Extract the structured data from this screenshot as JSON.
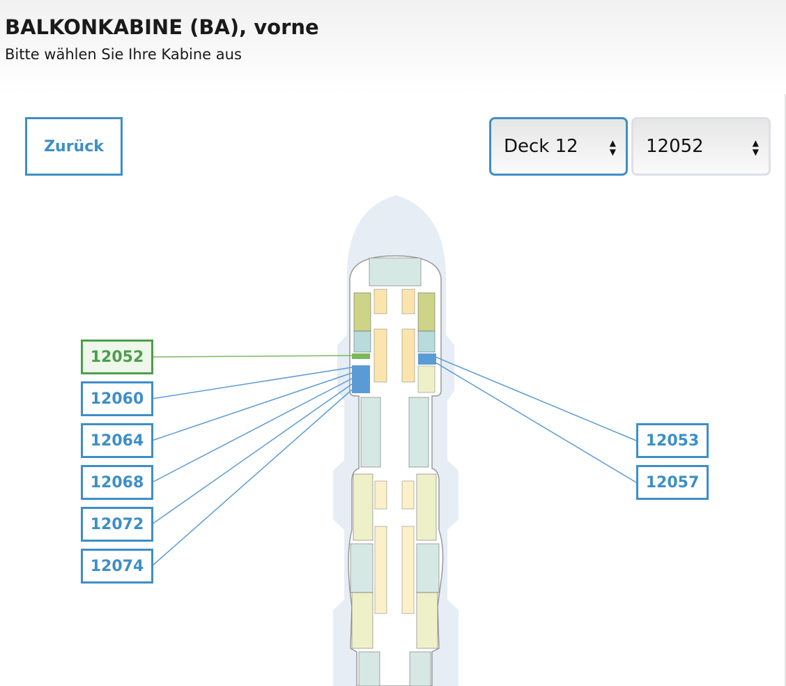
{
  "header": {
    "title": "BALKONKABINE (BA), vorne",
    "subtitle": "Bitte wählen Sie Ihre Kabine aus"
  },
  "toolbar": {
    "back_label": "Zurück",
    "deck_select": "Deck 12",
    "cabin_select": "12052"
  },
  "cabins_left": [
    "12052",
    "12060",
    "12064",
    "12068",
    "12072",
    "12074"
  ],
  "cabins_right": [
    "12053",
    "12057"
  ],
  "selected_cabin": "12052",
  "colors": {
    "accent": "#3d8fc6",
    "selected": "#4c9e4c",
    "hull": "#e6edf5"
  }
}
